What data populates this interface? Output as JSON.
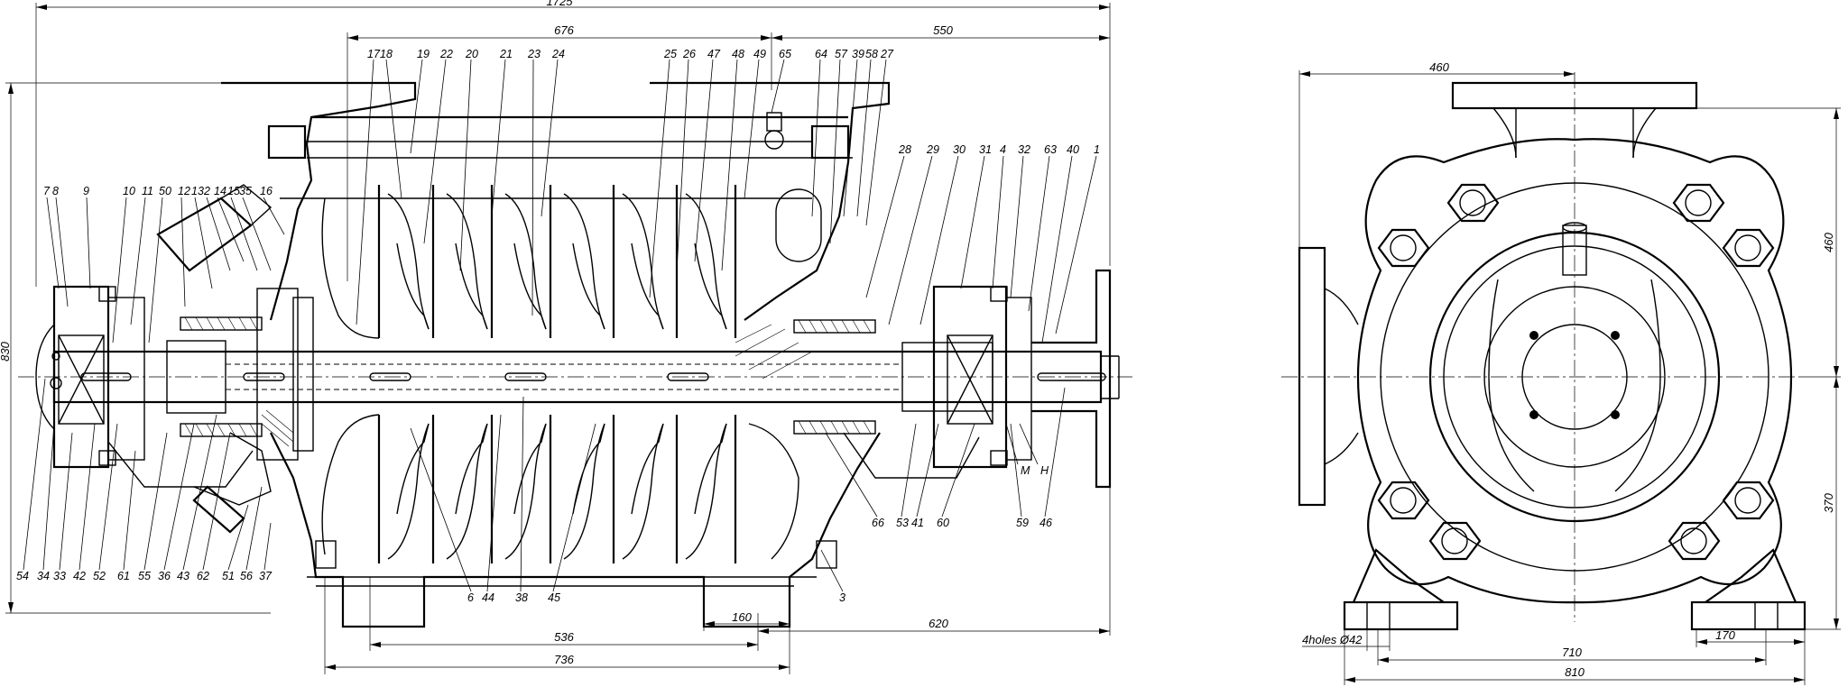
{
  "dimensions": {
    "overall_length": "1725",
    "rotor_span": "676",
    "discharge_to_drive_end": "550",
    "overall_height": "830",
    "foot_width_right": "160",
    "foot_spacing": "536",
    "foot_overall": "736",
    "shaft_to_drive_end": "620",
    "end_view_top": "460",
    "end_view_height_upper": "460",
    "end_view_height_lower": "370",
    "foot_holes": "4holes Ø42",
    "end_view_bolt_span": "710",
    "end_view_overall_width": "810",
    "end_view_foot": "170"
  },
  "callouts": {
    "top": [
      "17",
      "18",
      "19",
      "22",
      "20",
      "21",
      "23",
      "24",
      "25",
      "26",
      "47",
      "48",
      "49",
      "65",
      "64",
      "57",
      "39",
      "58",
      "27"
    ],
    "upper_left": [
      "7",
      "8",
      "9",
      "10",
      "11",
      "50",
      "12",
      "13",
      "2",
      "14",
      "15",
      "35",
      "16"
    ],
    "upper_right": [
      "28",
      "29",
      "30",
      "31",
      "4",
      "32",
      "63",
      "40",
      "1"
    ],
    "bottom_left": [
      "54",
      "34",
      "33",
      "42",
      "52",
      "61",
      "55",
      "36",
      "43",
      "62",
      "51",
      "56",
      "37"
    ],
    "bottom_middle": [
      "6",
      "44",
      "38",
      "45",
      "3"
    ],
    "bottom_right": [
      "66",
      "53",
      "41",
      "60",
      "59",
      "46"
    ],
    "side_marks": [
      "M",
      "H"
    ]
  }
}
